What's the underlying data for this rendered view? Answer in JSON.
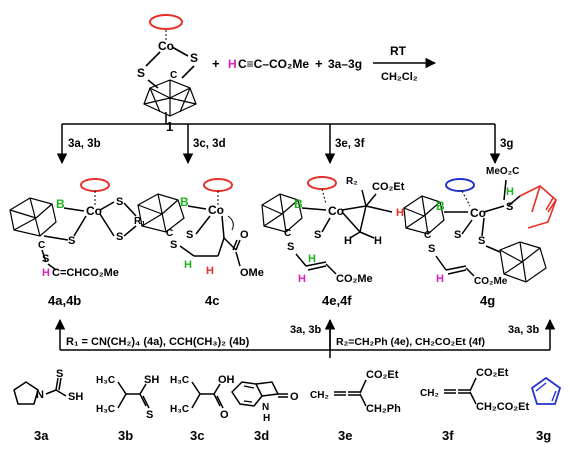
{
  "reaction": {
    "plus1": "+",
    "alkyne_h": "H",
    "alkyne_rest": "C≡C–CO₂Me",
    "plus2": "+",
    "reagents": "3a–3g",
    "condition_top": "RT",
    "condition_bottom": "CH₂Cl₂",
    "compound_label": "1",
    "start_co": "Co",
    "start_s1": "S",
    "start_s2": "S",
    "start_c": "C"
  },
  "branches": [
    {
      "label": "3a, 3b"
    },
    {
      "label": "3c, 3d"
    },
    {
      "label": "3e, 3f"
    },
    {
      "label": "3g"
    }
  ],
  "products": [
    {
      "label": "4a,4b",
      "atoms": {
        "b": "B",
        "co": "Co",
        "s1": "S",
        "s2": "S",
        "s3": "S",
        "r1": "R₁",
        "c": "C",
        "h": "H",
        "chain": "C=CHCO₂Me",
        "chain_h": "H"
      }
    },
    {
      "label": "4c",
      "atoms": {
        "b": "B",
        "co": "Co",
        "s1": "S",
        "s2": "S",
        "c": "C",
        "h1": "H",
        "h2": "H",
        "o": "O",
        "ome": "OMe"
      }
    },
    {
      "label": "4e,4f",
      "atoms": {
        "b": "B",
        "co": "Co",
        "s1": "S",
        "s2": "S",
        "c": "C",
        "r2": "R₂",
        "ester": "CO₂Et",
        "h_red": "H",
        "h1": "H",
        "h2": "H",
        "h_green": "H",
        "h_pink": "H",
        "co2me": "CO₂Me"
      }
    },
    {
      "label": "4g",
      "atoms": {
        "b": "B",
        "co": "Co",
        "s1": "S",
        "s2": "S",
        "s3": "S",
        "s4": "S",
        "c": "C",
        "meo2c": "MeO₂C",
        "h_green": "H",
        "h_pink": "H",
        "co2me": "CO₂Me"
      }
    }
  ],
  "notes": {
    "r1_def": "R₁ = CN(CH₂)₄ (4a), CCH(CH₃)₂ (4b)",
    "mid_label": "3a, 3b",
    "r2_def": "R₂=CH₂Ph (4e), CH₂CO₂Et (4f)",
    "right_label": "3a, 3b"
  },
  "reagent_list": [
    {
      "label": "3a",
      "atoms": {
        "n": "N",
        "s": "S",
        "sh": "SH"
      }
    },
    {
      "label": "3b",
      "atoms": {
        "h3c1": "H₃C",
        "h3c2": "H₃C",
        "sh": "SH",
        "s": "S"
      }
    },
    {
      "label": "3c",
      "atoms": {
        "h3c1": "H₃C",
        "h3c2": "H₃C",
        "oh": "OH",
        "o": "O"
      }
    },
    {
      "label": "3d",
      "atoms": {
        "nh": "N",
        "h": "H",
        "o": "O"
      }
    },
    {
      "label": "3e",
      "atoms": {
        "ch2": "CH₂",
        "ester": "CO₂Et",
        "ch2ph": "CH₂Ph"
      }
    },
    {
      "label": "3f",
      "atoms": {
        "ch2": "CH₂",
        "ester": "CO₂Et",
        "ch2ester": "CH₂CO₂Et"
      }
    },
    {
      "label": "3g",
      "atoms": {}
    }
  ],
  "colors": {
    "cp_red": "#e8302a",
    "cp_blue": "#2233cc",
    "boron": "#1fb31f",
    "h_pink": "#e020c0",
    "h_green": "#1fb31f",
    "h_red": "#e8302a",
    "line": "#000000"
  }
}
